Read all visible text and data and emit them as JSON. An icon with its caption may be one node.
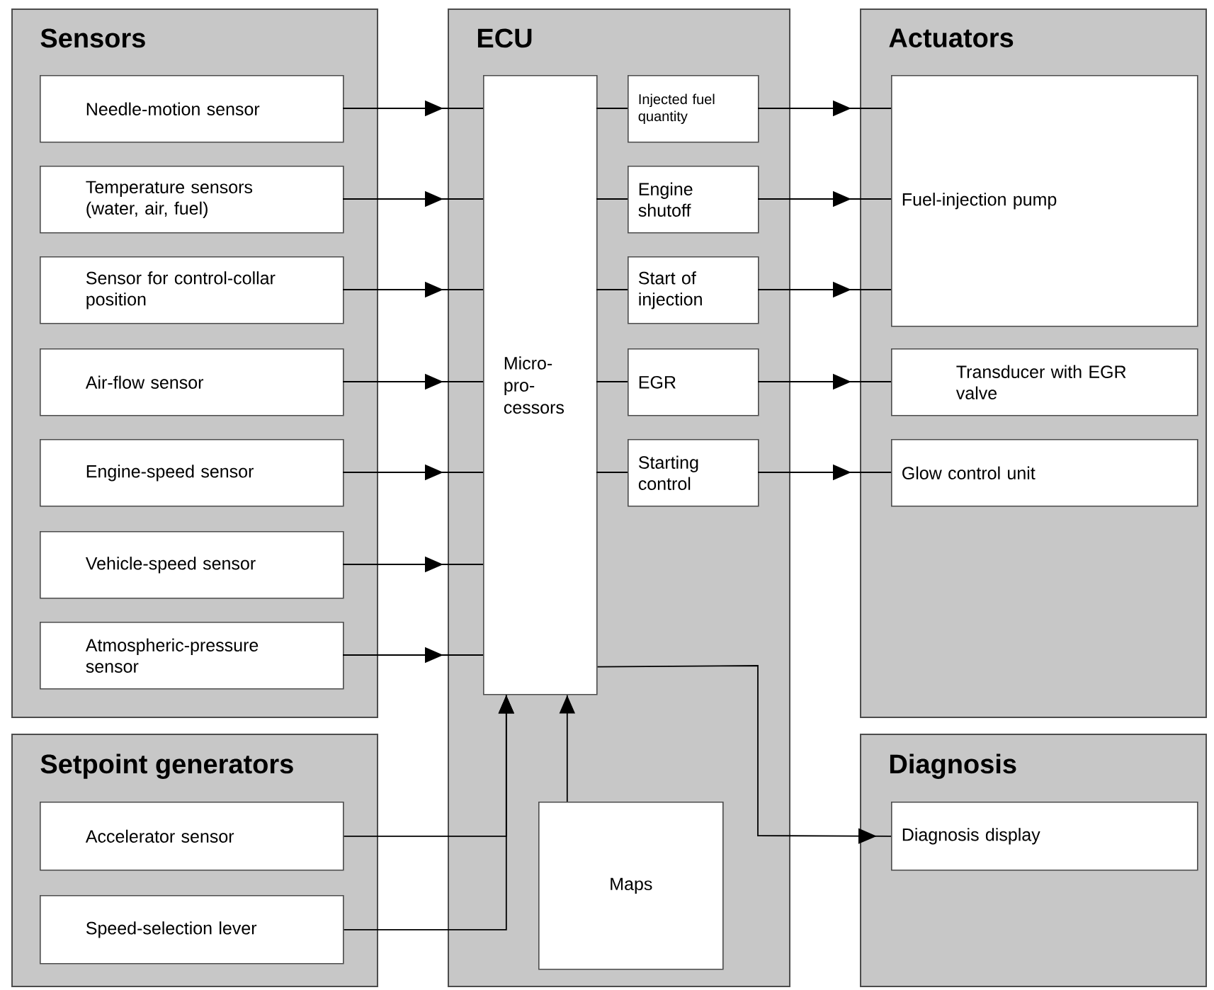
{
  "diagram": {
    "nodes": [
      {
        "text": [
          "Sensors"
        ]
      },
      {
        "text": [
          "Needle-motion sensor"
        ],
        "in": 0
      },
      {
        "text": [
          "Temperature sensors (water, air, fuel)"
        ],
        "in": 0
      },
      {
        "text": [
          "Sensor for control-collar position"
        ],
        "in": 0
      },
      {
        "text": [
          "Air-flow sensor"
        ],
        "in": 0
      },
      {
        "text": [
          "Engine-speed sensor"
        ],
        "in": 0
      },
      {
        "text": [
          "Vehicle-speed sensor"
        ],
        "in": 0
      },
      {
        "text": [
          "Atmospheric-pressure sensor"
        ],
        "in": 0
      },
      {
        "text": [
          "Setpoint generators"
        ]
      },
      {
        "text": [
          "Accelerator sensor"
        ],
        "in": 8
      },
      {
        "text": [
          "Speed-selection lever"
        ],
        "in": 8
      },
      {
        "text": [
          "ECU"
        ]
      },
      {
        "text": [
          "Micro- pro- cessors"
        ],
        "in": 11
      },
      {
        "text": [
          "Injected fuel quantity"
        ],
        "in": 11
      },
      {
        "text": [
          "Engine shutoff"
        ],
        "in": 11
      },
      {
        "text": [
          "Start of injection"
        ],
        "in": 11
      },
      {
        "text": [
          "EGR"
        ],
        "in": 11
      },
      {
        "text": [
          "Starting control"
        ],
        "in": 11
      },
      {
        "text": [
          "Maps"
        ],
        "in": 11
      },
      {
        "text": [
          "Actuators"
        ]
      },
      {
        "text": [
          "Fuel-injection pump"
        ],
        "in": 19
      },
      {
        "text": [
          "Transducer with EGR valve"
        ],
        "in": 19
      },
      {
        "text": [
          "Glow control unit"
        ],
        "in": 19
      },
      {
        "text": [
          "Diagnosis"
        ]
      },
      {
        "text": [
          "Diagnosis display"
        ],
        "in": 23
      }
    ],
    "edges": [
      {
        "from": 1,
        "to": 12,
        "arrow": "to"
      },
      {
        "from": 2,
        "to": 12,
        "arrow": "to"
      },
      {
        "from": 3,
        "to": 12,
        "arrow": "to"
      },
      {
        "from": 4,
        "to": 12,
        "arrow": "to"
      },
      {
        "from": 5,
        "to": 12,
        "arrow": "to"
      },
      {
        "from": 6,
        "to": 12,
        "arrow": "to"
      },
      {
        "from": 7,
        "to": 12,
        "arrow": "to"
      },
      {
        "from": 9,
        "to": 12,
        "arrow": "to"
      },
      {
        "from": 10,
        "to": 12,
        "arrow": "to"
      },
      {
        "from": 18,
        "to": 12,
        "arrow": "to"
      },
      {
        "from": 12,
        "to": 13,
        "arrow": "none"
      },
      {
        "from": 12,
        "to": 14,
        "arrow": "none"
      },
      {
        "from": 12,
        "to": 15,
        "arrow": "none"
      },
      {
        "from": 12,
        "to": 16,
        "arrow": "none"
      },
      {
        "from": 12,
        "to": 17,
        "arrow": "none"
      },
      {
        "from": 13,
        "to": 20,
        "arrow": "to"
      },
      {
        "from": 14,
        "to": 20,
        "arrow": "to"
      },
      {
        "from": 15,
        "to": 20,
        "arrow": "to"
      },
      {
        "from": 16,
        "to": 21,
        "arrow": "to"
      },
      {
        "from": 17,
        "to": 22,
        "arrow": "to"
      },
      {
        "from": 12,
        "to": 24,
        "arrow": "to"
      }
    ]
  }
}
